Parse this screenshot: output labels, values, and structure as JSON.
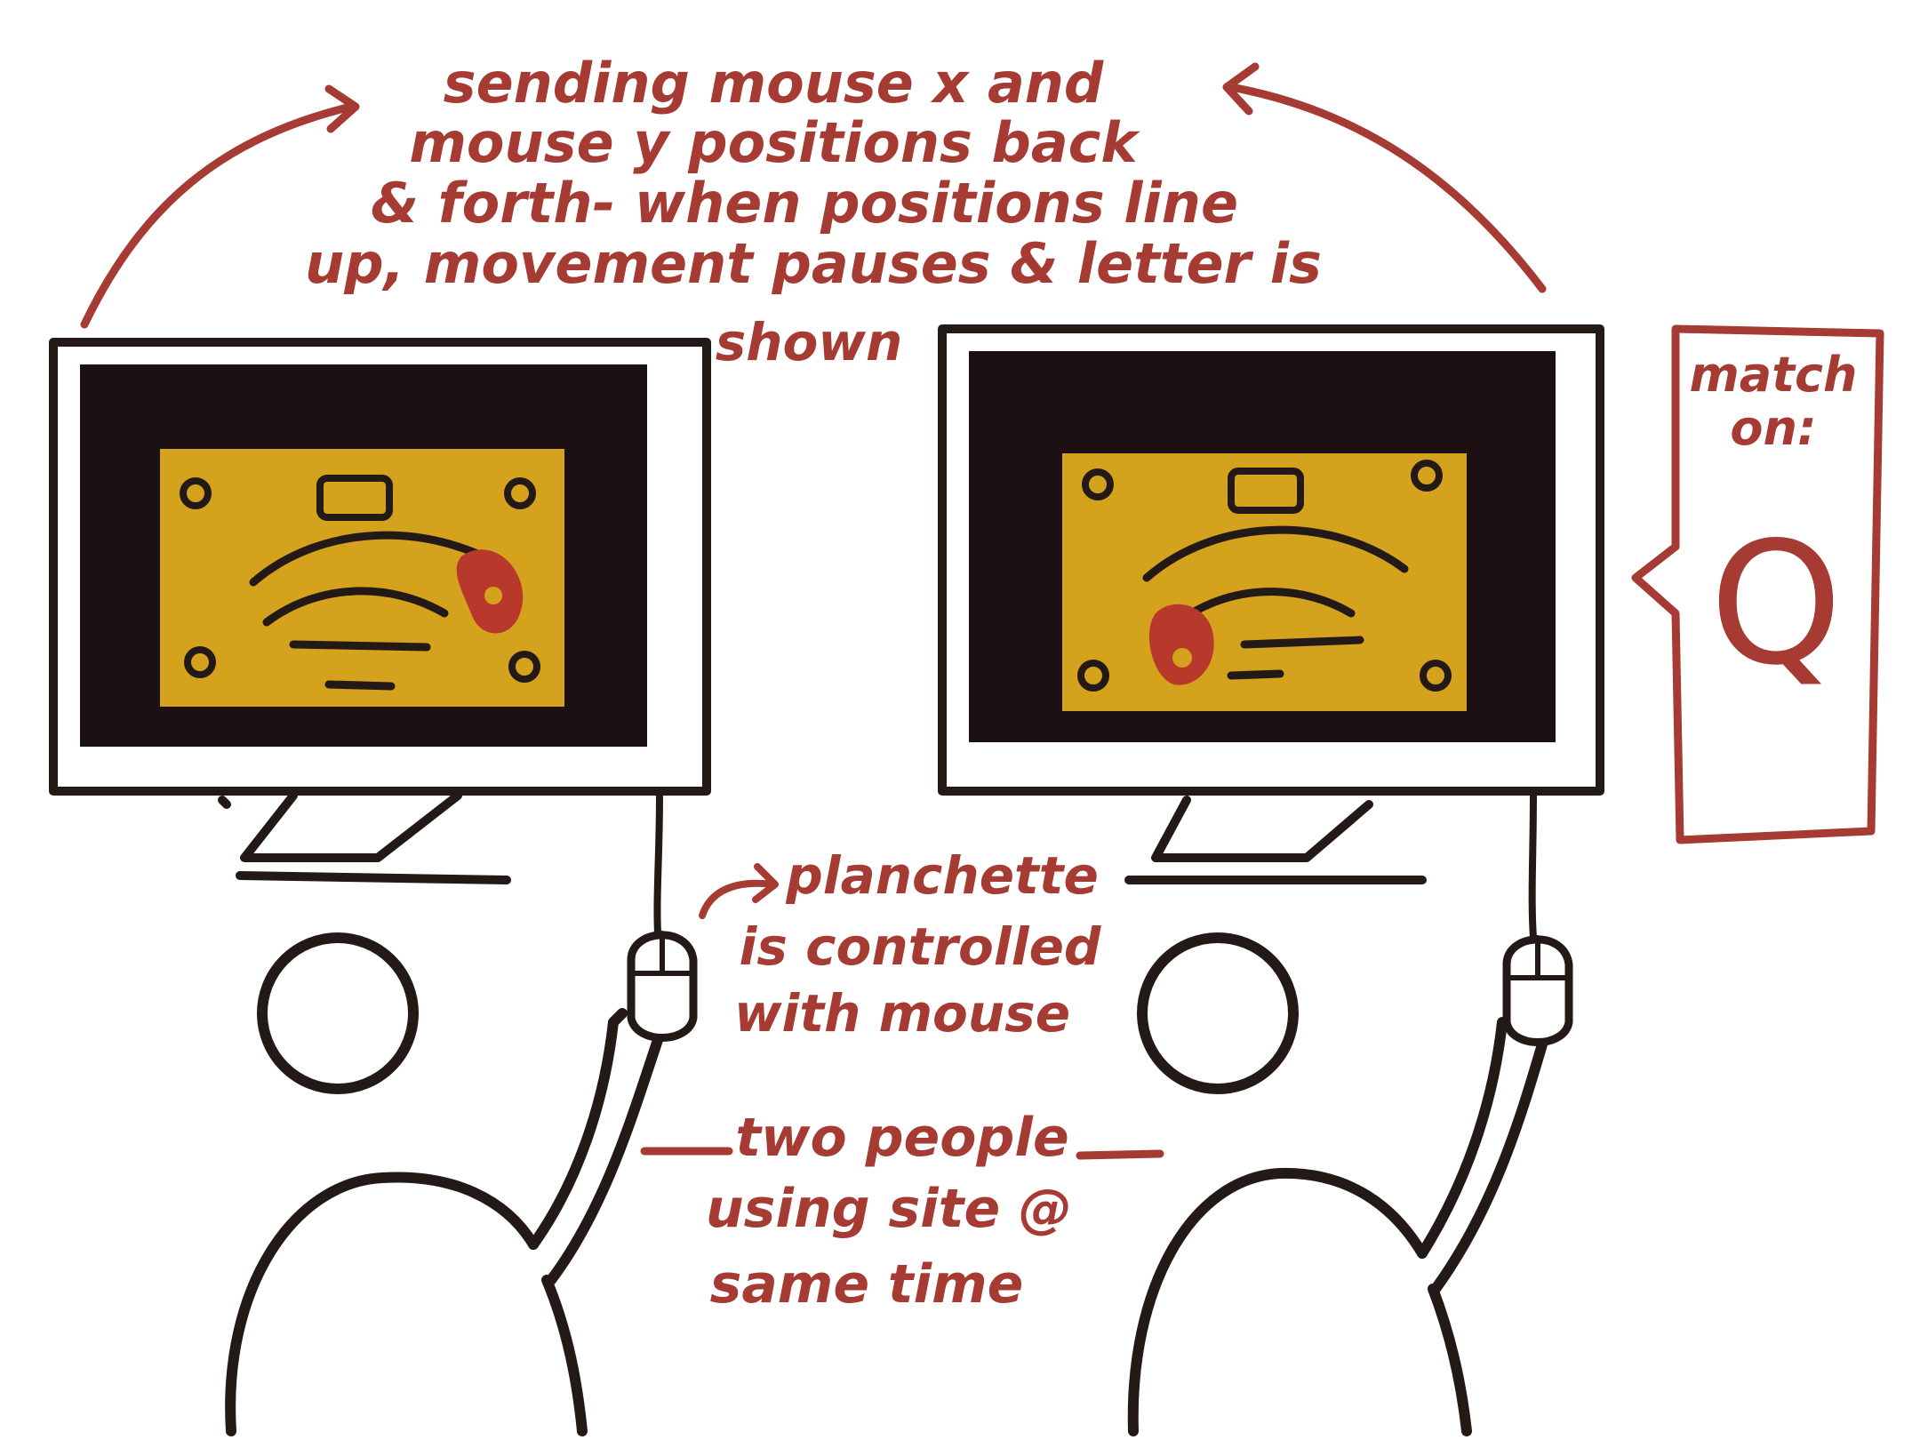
{
  "caption_top": {
    "lines": [
      "sending mouse x and",
      "mouse y positions back",
      "& forth- when positions line",
      "up, movement pauses & letter is",
      "shown"
    ]
  },
  "planchette_note": {
    "lines": [
      "planchette",
      "is controlled",
      "with mouse"
    ]
  },
  "people_note": {
    "lines": [
      "two people",
      "using site @",
      "same time"
    ]
  },
  "match_box": {
    "label_lines": [
      "match",
      "on:"
    ],
    "letter": "Q"
  },
  "colors": {
    "annotation_red": "#a53b32",
    "ink": "#231a18",
    "screen_dark": "#1d1012",
    "board_gold": "#d4a21c"
  },
  "icons": {
    "monitors": "desktop-monitor",
    "people": "person-silhouette",
    "mice": "computer-mouse",
    "board": "ouija-board",
    "pointer": "planchette",
    "arrows": "curved-arrow"
  }
}
